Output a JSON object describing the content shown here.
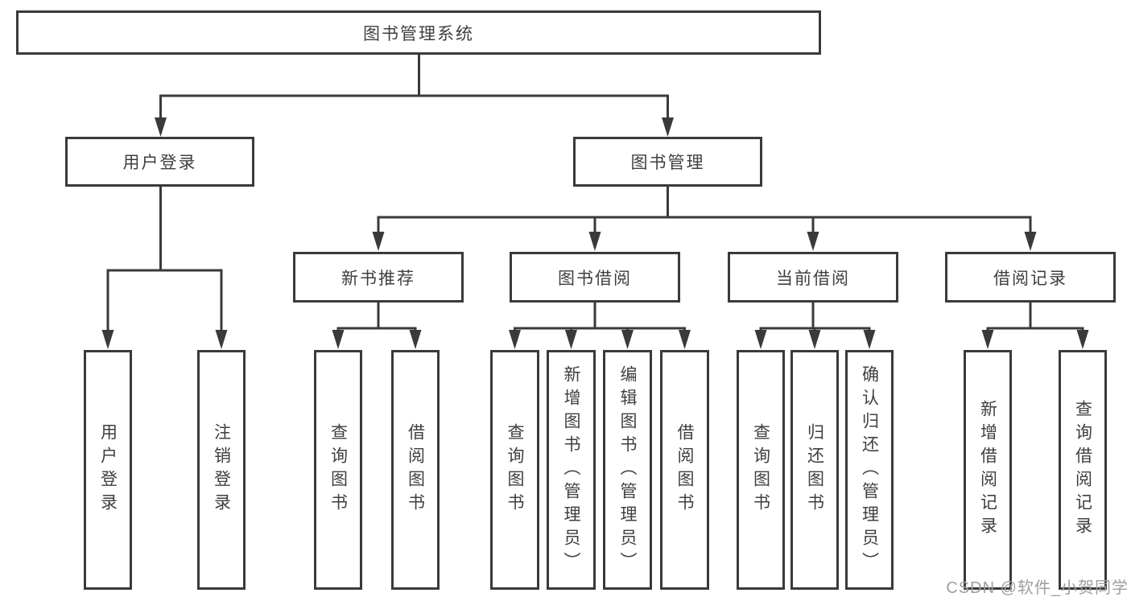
{
  "diagram": {
    "root": {
      "label": "图书管理系统"
    },
    "branches": [
      {
        "label": "用户登录",
        "children": [
          {
            "label": "用户登录"
          },
          {
            "label": "注销登录"
          }
        ]
      },
      {
        "label": "图书管理",
        "children": [
          {
            "label": "新书推荐",
            "children": [
              {
                "label": "查询图书"
              },
              {
                "label": "借阅图书"
              }
            ]
          },
          {
            "label": "图书借阅",
            "children": [
              {
                "label": "查询图书"
              },
              {
                "label": "新增图书（管理员）"
              },
              {
                "label": "编辑图书（管理员）"
              },
              {
                "label": "借阅图书"
              }
            ]
          },
          {
            "label": "当前借阅",
            "children": [
              {
                "label": "查询图书"
              },
              {
                "label": "归还图书"
              },
              {
                "label": "确认归还（管理员）"
              }
            ]
          },
          {
            "label": "借阅记录",
            "children": [
              {
                "label": "新增借阅记录"
              },
              {
                "label": "查询借阅记录"
              }
            ]
          }
        ]
      }
    ]
  },
  "colors": {
    "line": "#3a3a3a",
    "text": "#3f3f3f",
    "watermark_text": "#9e9e9e",
    "background": "#ffffff"
  },
  "watermark": {
    "text": "CSDN @软件_小贺同学"
  }
}
